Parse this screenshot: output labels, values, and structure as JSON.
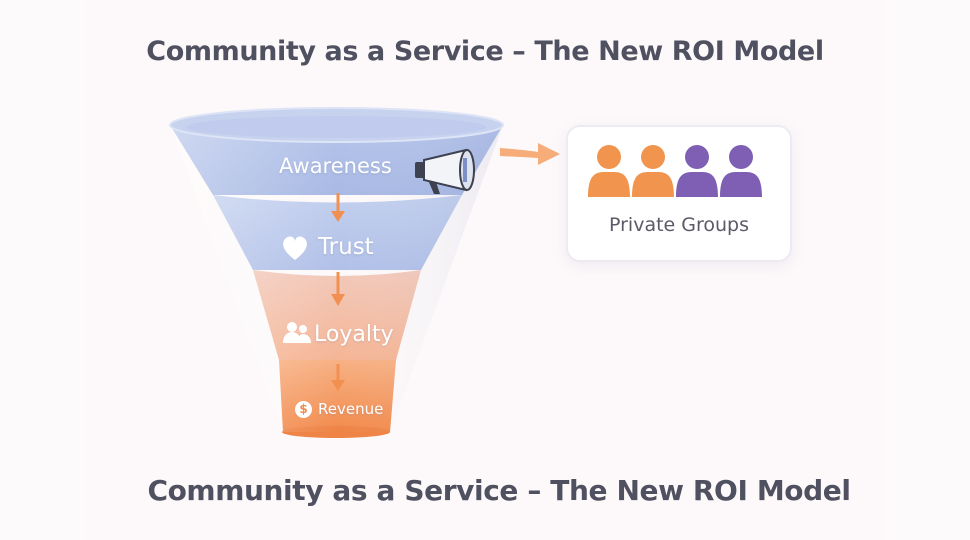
{
  "title_top": "Community as a Service – The New ROI Model",
  "title_bottom": "Community as a Service – The New ROI Model",
  "funnel": {
    "stages": [
      {
        "label": "Awareness",
        "icon": "megaphone-icon"
      },
      {
        "label": "Trust",
        "icon": "heart-icon"
      },
      {
        "label": "Loyalty",
        "icon": "people-icon"
      },
      {
        "label": "Revenue",
        "icon": "dollar-icon"
      }
    ],
    "revenue_symbol": "$"
  },
  "private_groups": {
    "label": "Private Groups",
    "member_colors": [
      "#f1944e",
      "#f1944e",
      "#7e5fb3",
      "#7e5fb3"
    ]
  },
  "colors": {
    "blue": "#aebde6",
    "peach": "#f7bea0",
    "orange": "#f28c4f",
    "arrow": "#f29052",
    "title": "#4f5060"
  }
}
